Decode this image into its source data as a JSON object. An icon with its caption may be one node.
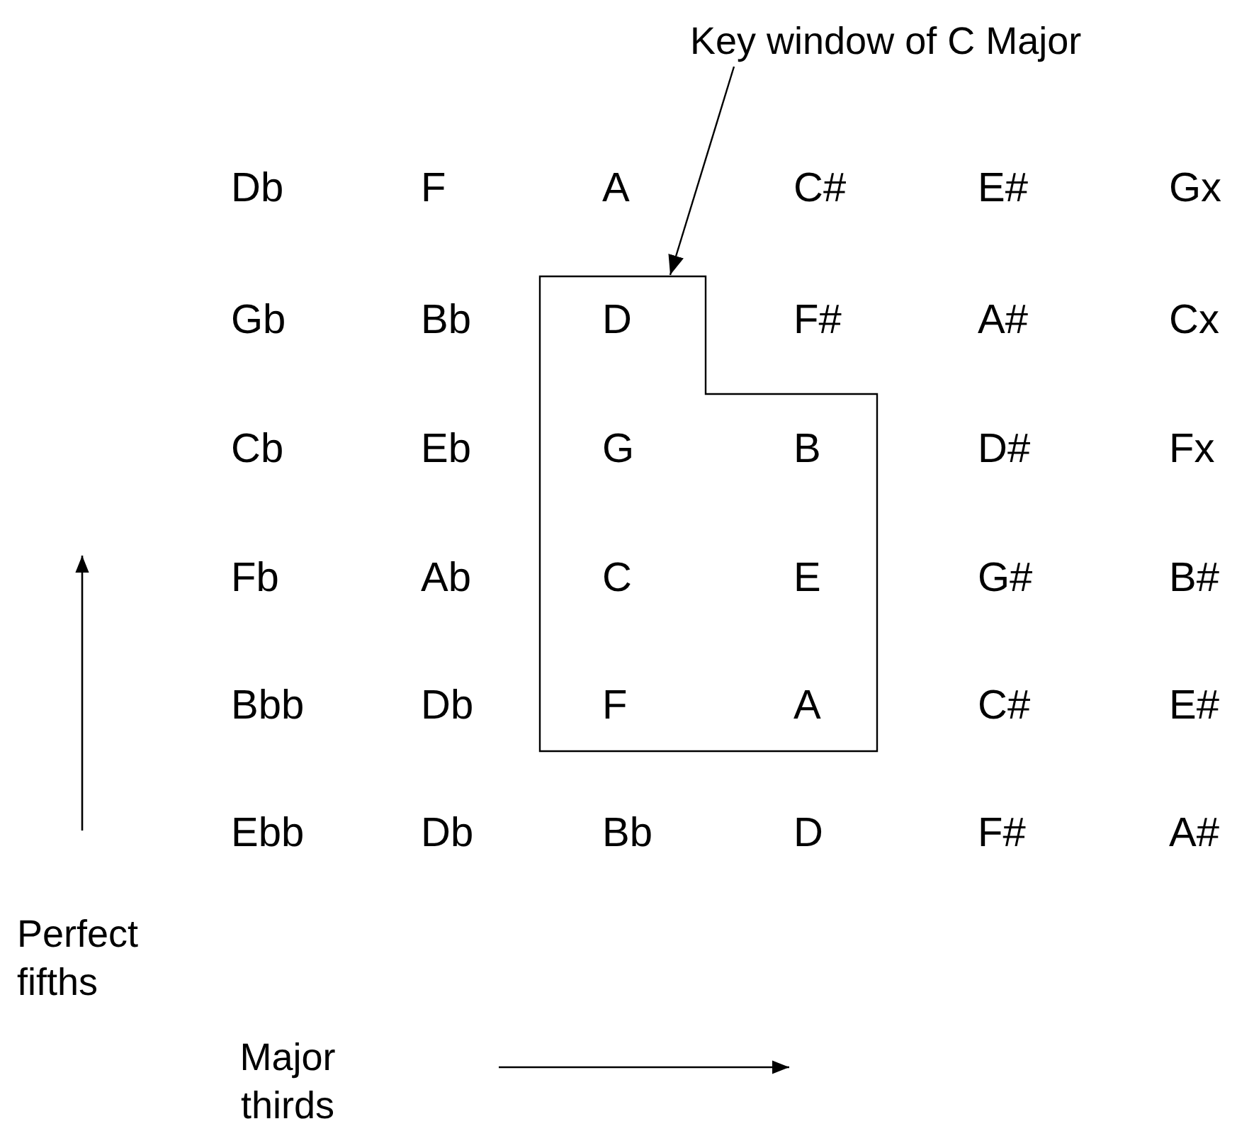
{
  "diagram": {
    "nodes": [
      {
        "text": [
          "Key window of C Major"
        ]
      },
      {
        "text": [],
        "shape": "box"
      }
    ],
    "edges": [
      {
        "from": 0,
        "to": 1,
        "arrow": "to"
      }
    ],
    "labels": [
      "Db",
      "F",
      "A",
      "C#",
      "E#",
      "Gx",
      "Gb",
      "Bb",
      "D",
      "F#",
      "A#",
      "Cx",
      "Cb",
      "Eb",
      "G",
      "B",
      "D#",
      "Fx",
      "Fb",
      "Ab",
      "C",
      "E",
      "G#",
      "B#",
      "Bbb",
      "Db",
      "F",
      "A",
      "C#",
      "E#",
      "Ebb",
      "Db",
      "Bb",
      "D",
      "F#",
      "A#",
      "Perfect fifths",
      "Major thirds"
    ]
  }
}
